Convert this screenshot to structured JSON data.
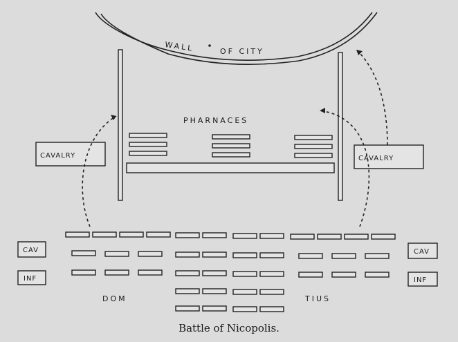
{
  "labels": {
    "wall": "WALL",
    "of_city": "OF CITY",
    "pharnaces": "PHARNACES",
    "cavalry_left": "CAVALRY",
    "cavalry_right": "CAVALRY",
    "cav_left": "CAV",
    "inf_left": "INF",
    "cav_right": "CAV",
    "inf_right": "INF",
    "dom": "DOM",
    "tius": "TIUS"
  },
  "caption": "Battle of Nicopolis.",
  "colors": {
    "background": "#dcdcdc",
    "ink": "#222222"
  }
}
